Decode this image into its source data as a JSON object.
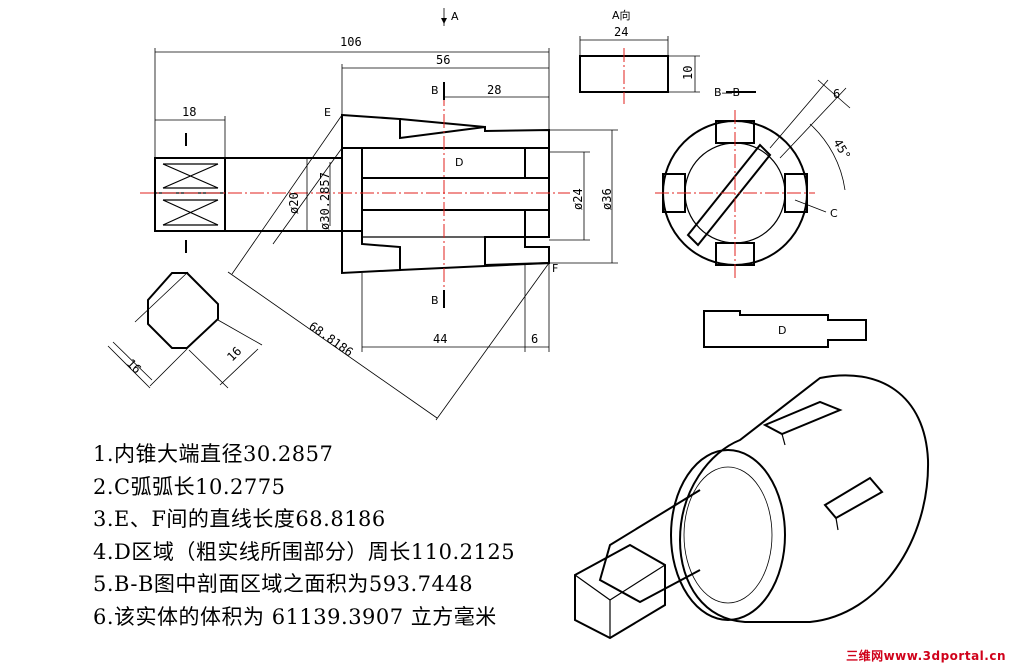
{
  "views": {
    "section_a_label": "A",
    "view_a_label": "A向",
    "section_b_label": "B",
    "section_bb_label": "B—B"
  },
  "dimensions": {
    "overall_length": "106",
    "body_length": "56",
    "bore_depth": "28",
    "shaft_length": "18",
    "dia_small": "ø20",
    "dia_cone_end": "ø30.2857",
    "dia_inner": "ø24",
    "dia_outer": "ø36",
    "length_ef": "68.8186",
    "cone_length": "44",
    "slot_offset": "6",
    "square_a": "16",
    "square_b": "16",
    "view_a_width": "24",
    "view_a_height": "10",
    "slot_width": "6",
    "angle": "45°"
  },
  "markers": {
    "point_e": "E",
    "point_f": "F",
    "region_d": "D",
    "arc_c": "C",
    "detail_d": "D"
  },
  "notes": [
    "1.内锥大端直径30.2857",
    "2.C弧弧长10.2775",
    "3.E、F间的直线长度68.8186",
    "4.D区域（粗实线所围部分）周长110.2125",
    "5.B-B图中剖面区域之面积为593.7448",
    "6.该实体的体积为  61139.3907  立方毫米"
  ],
  "watermark": "三维网www.3dportal.cn"
}
